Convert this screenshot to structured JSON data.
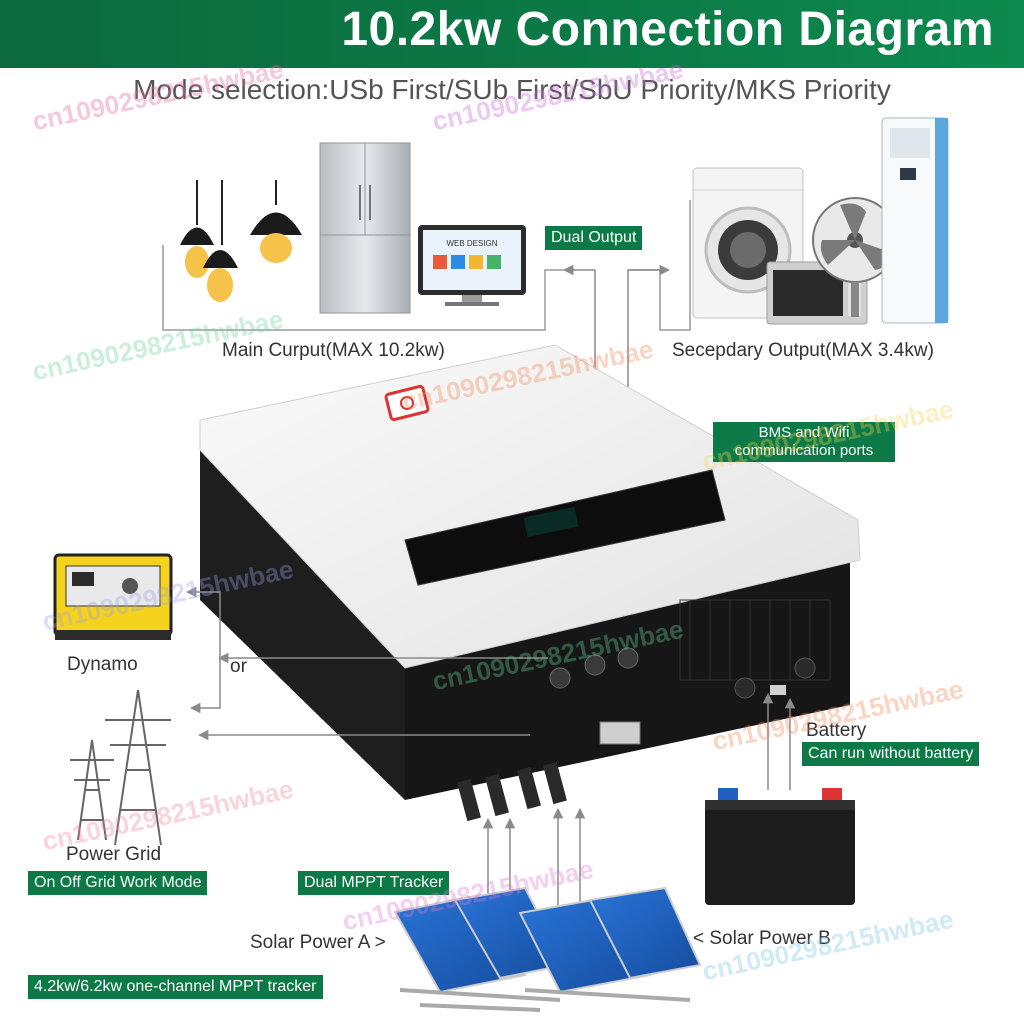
{
  "title": "10.2kw Connection Diagram",
  "subtitle": "Mode selection:USb First/SUb First/SbU Priority/MKS Priority",
  "labels": {
    "dual_output": "Dual Output",
    "main_output": "Main Curput(MAX 10.2kw)",
    "secondary_output": "Secepdary Output(MAX 3.4kw)",
    "bms_wifi": "BMS and Wifi communication ports",
    "dynamo": "Dynamo",
    "or": "or",
    "battery": "Battery",
    "battery_note": "Can run without battery",
    "power_grid": "Power Grid",
    "grid_mode": "On Off Grid Work Mode",
    "dual_mppt": "Dual MPPT Tracker",
    "solar_a": "Solar Power A >",
    "solar_b": "< Solar Power B",
    "mppt_tracker": "4.2kw/6.2kw one-channel MPPT tracker"
  },
  "screen_text": "WEB DESIGN",
  "watermark": "cn1090298215hwbae",
  "colors": {
    "brand_green": "#0b7a46",
    "inverter_white": "#f2f2f2",
    "inverter_dark": "#1a1a1a",
    "arrow_gray": "#8a8a8a",
    "solar_blue": "#1f63c4"
  },
  "icons": [
    "pendant-lamp-icon",
    "refrigerator-icon",
    "monitor-icon",
    "washing-machine-icon",
    "microwave-icon",
    "fan-icon",
    "air-conditioner-icon",
    "inverter-icon",
    "generator-icon",
    "power-tower-icon",
    "battery-icon",
    "solar-panel-icon"
  ]
}
